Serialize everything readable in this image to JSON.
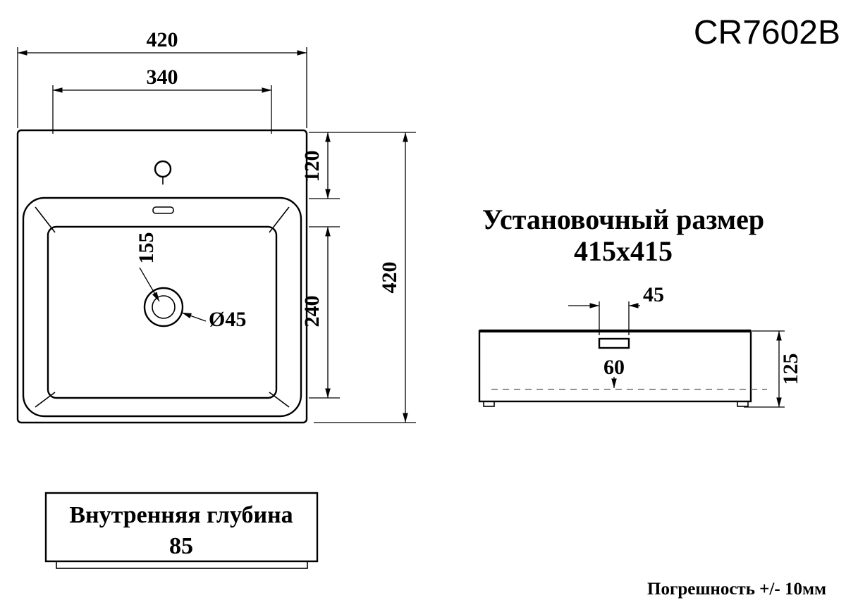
{
  "title": "CR7602B",
  "top_view": {
    "dim_outer_width": "420",
    "dim_inner_width": "340",
    "dim_rim_depth": "120",
    "dim_outer_height": "420",
    "dim_basin_height": "240",
    "dim_drain_offset": "155",
    "dim_drain_diameter": "Ø45"
  },
  "installation": {
    "label": "Установочный размер",
    "size": "415x415"
  },
  "side_view": {
    "dim_drain_width": "45",
    "dim_drain_depth": "60",
    "dim_height": "125"
  },
  "depth_note": {
    "label": "Внутренняя глубина",
    "value": "85"
  },
  "tolerance_note": "Погрешность +/- 10мм"
}
